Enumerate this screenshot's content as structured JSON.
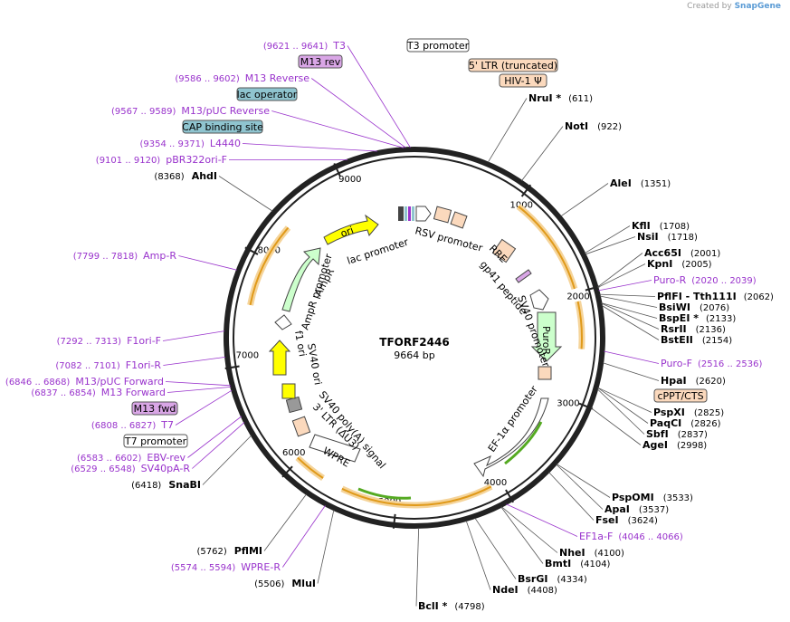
{
  "credit": {
    "prefix": "Created by",
    "brand": "SnapGene"
  },
  "plasmid": {
    "name": "TFORF2446",
    "size_label": "9664 bp",
    "length": 9664
  },
  "ticks": [
    {
      "pos": 1000,
      "label": "1000"
    },
    {
      "pos": 2000,
      "label": "2000"
    },
    {
      "pos": 3000,
      "label": "3000"
    },
    {
      "pos": 4000,
      "label": "4000"
    },
    {
      "pos": 5000,
      "label": "5000"
    },
    {
      "pos": 6000,
      "label": "6000"
    },
    {
      "pos": 7000,
      "label": "7000"
    },
    {
      "pos": 8000,
      "label": "8000"
    },
    {
      "pos": 9000,
      "label": "9000"
    }
  ],
  "primers_left": [
    {
      "range": "(9621 .. 9641)",
      "name": "T3",
      "pos": 9631
    },
    {
      "range": "(9586 .. 9602)",
      "name": "M13 Reverse",
      "pos": 9594
    },
    {
      "range": "(9567 .. 9589)",
      "name": "M13/pUC Reverse",
      "pos": 9578
    },
    {
      "range": "(9354 .. 9371)",
      "name": "L4440",
      "pos": 9362
    },
    {
      "range": "(9101 .. 9120)",
      "name": "pBR322ori-F",
      "pos": 9110
    },
    {
      "range": "(7799 .. 7818)",
      "name": "Amp-R",
      "pos": 7808
    },
    {
      "range": "(7292 .. 7313)",
      "name": "F1ori-F",
      "pos": 7302
    },
    {
      "range": "(7082 .. 7101)",
      "name": "F1ori-R",
      "pos": 7091
    },
    {
      "range": "(6846 .. 6868)",
      "name": "M13/pUC Forward",
      "pos": 6857
    },
    {
      "range": "(6837 .. 6854)",
      "name": "M13 Forward",
      "pos": 6845
    },
    {
      "range": "(6808 .. 6827)",
      "name": "T7",
      "pos": 6817
    },
    {
      "range": "(6583 .. 6602)",
      "name": "EBV-rev",
      "pos": 6592
    },
    {
      "range": "(6529 .. 6548)",
      "name": "SV40pA-R",
      "pos": 6538
    },
    {
      "range": "(5574 .. 5594)",
      "name": "WPRE-R",
      "pos": 5584
    }
  ],
  "primers_right": [
    {
      "name": "Puro-R",
      "range": "(2020 .. 2039)",
      "pos": 2030
    },
    {
      "name": "Puro-F",
      "range": "(2516 .. 2536)",
      "pos": 2526
    },
    {
      "name": "EF1a-F",
      "range": "(4046 .. 4066)",
      "pos": 4056
    }
  ],
  "boxed_features": [
    {
      "id": "m13-rev",
      "label": "M13 rev",
      "style": "purple",
      "pos": 9600
    },
    {
      "id": "lac-operator",
      "label": "lac operator",
      "style": "teal",
      "pos": 9590
    },
    {
      "id": "cap-binding-site",
      "label": "CAP binding site",
      "style": "teal",
      "pos": 9555
    },
    {
      "id": "m13-fwd",
      "label": "M13 fwd",
      "style": "purple",
      "pos": 6850
    },
    {
      "id": "t7-promoter",
      "label": "T7 promoter",
      "style": "white",
      "pos": 6820
    },
    {
      "id": "t3-promoter",
      "label": "T3 promoter",
      "style": "white",
      "pos": 9640
    },
    {
      "id": "five-ltr",
      "label": "5' LTR (truncated)",
      "style": "peach",
      "pos": 180
    },
    {
      "id": "hiv-psi",
      "label": "HIV-1 Ψ",
      "style": "peach",
      "pos": 360
    },
    {
      "id": "cppt-cts",
      "label": "cPPT/CTS",
      "style": "peach",
      "pos": 2700
    }
  ],
  "sites_right": [
    {
      "name": "NruI *",
      "pos_label": "(611)",
      "pos": 611
    },
    {
      "name": "NotI",
      "pos_label": "(922)",
      "pos": 922
    },
    {
      "name": "AleI",
      "pos_label": "(1351)",
      "pos": 1351
    },
    {
      "name": "KflI",
      "pos_label": "(1708)",
      "pos": 1708
    },
    {
      "name": "NsiI",
      "pos_label": "(1718)",
      "pos": 1718
    },
    {
      "name": "Acc65I",
      "pos_label": "(2001)",
      "pos": 2001
    },
    {
      "name": "KpnI",
      "pos_label": "(2005)",
      "pos": 2005
    },
    {
      "name": "PflFI - Tth111I",
      "pos_label": "(2062)",
      "pos": 2062
    },
    {
      "name": "BsiWI",
      "pos_label": "(2076)",
      "pos": 2076
    },
    {
      "name": "BspEI *",
      "pos_label": "(2133)",
      "pos": 2133
    },
    {
      "name": "RsrII",
      "pos_label": "(2136)",
      "pos": 2136
    },
    {
      "name": "BstEII",
      "pos_label": "(2154)",
      "pos": 2154
    },
    {
      "name": "HpaI",
      "pos_label": "(2620)",
      "pos": 2620
    },
    {
      "name": "PspXI",
      "pos_label": "(2825)",
      "pos": 2825
    },
    {
      "name": "PaqCI",
      "pos_label": "(2826)",
      "pos": 2826
    },
    {
      "name": "SbfI",
      "pos_label": "(2837)",
      "pos": 2837
    },
    {
      "name": "AgeI",
      "pos_label": "(2998)",
      "pos": 2998
    },
    {
      "name": "PspOMI",
      "pos_label": "(3533)",
      "pos": 3533
    },
    {
      "name": "ApaI",
      "pos_label": "(3537)",
      "pos": 3537
    },
    {
      "name": "FseI",
      "pos_label": "(3624)",
      "pos": 3624
    },
    {
      "name": "NheI",
      "pos_label": "(4100)",
      "pos": 4100
    },
    {
      "name": "BmtI",
      "pos_label": "(4104)",
      "pos": 4104
    },
    {
      "name": "BsrGI",
      "pos_label": "(4334)",
      "pos": 4334
    },
    {
      "name": "NdeI",
      "pos_label": "(4408)",
      "pos": 4408
    },
    {
      "name": "BclI *",
      "pos_label": "(4798)",
      "pos": 4798
    }
  ],
  "sites_left": [
    {
      "pos_label": "(8368)",
      "name": "AhdI",
      "pos": 8368
    },
    {
      "pos_label": "(6418)",
      "name": "SnaBI",
      "pos": 6418
    },
    {
      "pos_label": "(5762)",
      "name": "PflMI",
      "pos": 5762
    },
    {
      "pos_label": "(5506)",
      "name": "MluI",
      "pos": 5506
    }
  ],
  "inner_features": [
    {
      "label": "lac promoter"
    },
    {
      "label": "RSV promoter"
    },
    {
      "label": "RRE"
    },
    {
      "label": "gp41 peptide"
    },
    {
      "label": "SV40 promoter"
    },
    {
      "label": "PuroR"
    },
    {
      "label": "EF-1α promoter"
    },
    {
      "label": "WPRE"
    },
    {
      "label": "3' LTR (ΔU3)"
    },
    {
      "label": "SV40 poly(A) signal"
    },
    {
      "label": "SV40 ori"
    },
    {
      "label": "f1 ori"
    },
    {
      "label": "AmpR promoter"
    },
    {
      "label": "AmpR"
    },
    {
      "label": "ori"
    }
  ],
  "orf_arcs": [
    {
      "start": 1030,
      "end": 1960
    },
    {
      "start": 2080,
      "end": 2520
    },
    {
      "start": 7550,
      "end": 8350
    },
    {
      "start": 4100,
      "end": 5520
    },
    {
      "start": 5720,
      "end": 6020
    }
  ],
  "colors": {
    "backbone": "#222222",
    "primer": "#9933cc",
    "orf": "#e09a1a",
    "orf_glow": "#f5d49a",
    "peach": "#fbd9bd",
    "teal": "#8fc4cf",
    "purple_box": "#d9a6e6",
    "ori_yellow": "#ffff00",
    "ampr_green": "#ccffcc",
    "puro_green": "#ccffcc",
    "green_arrow": "#55aa22"
  }
}
